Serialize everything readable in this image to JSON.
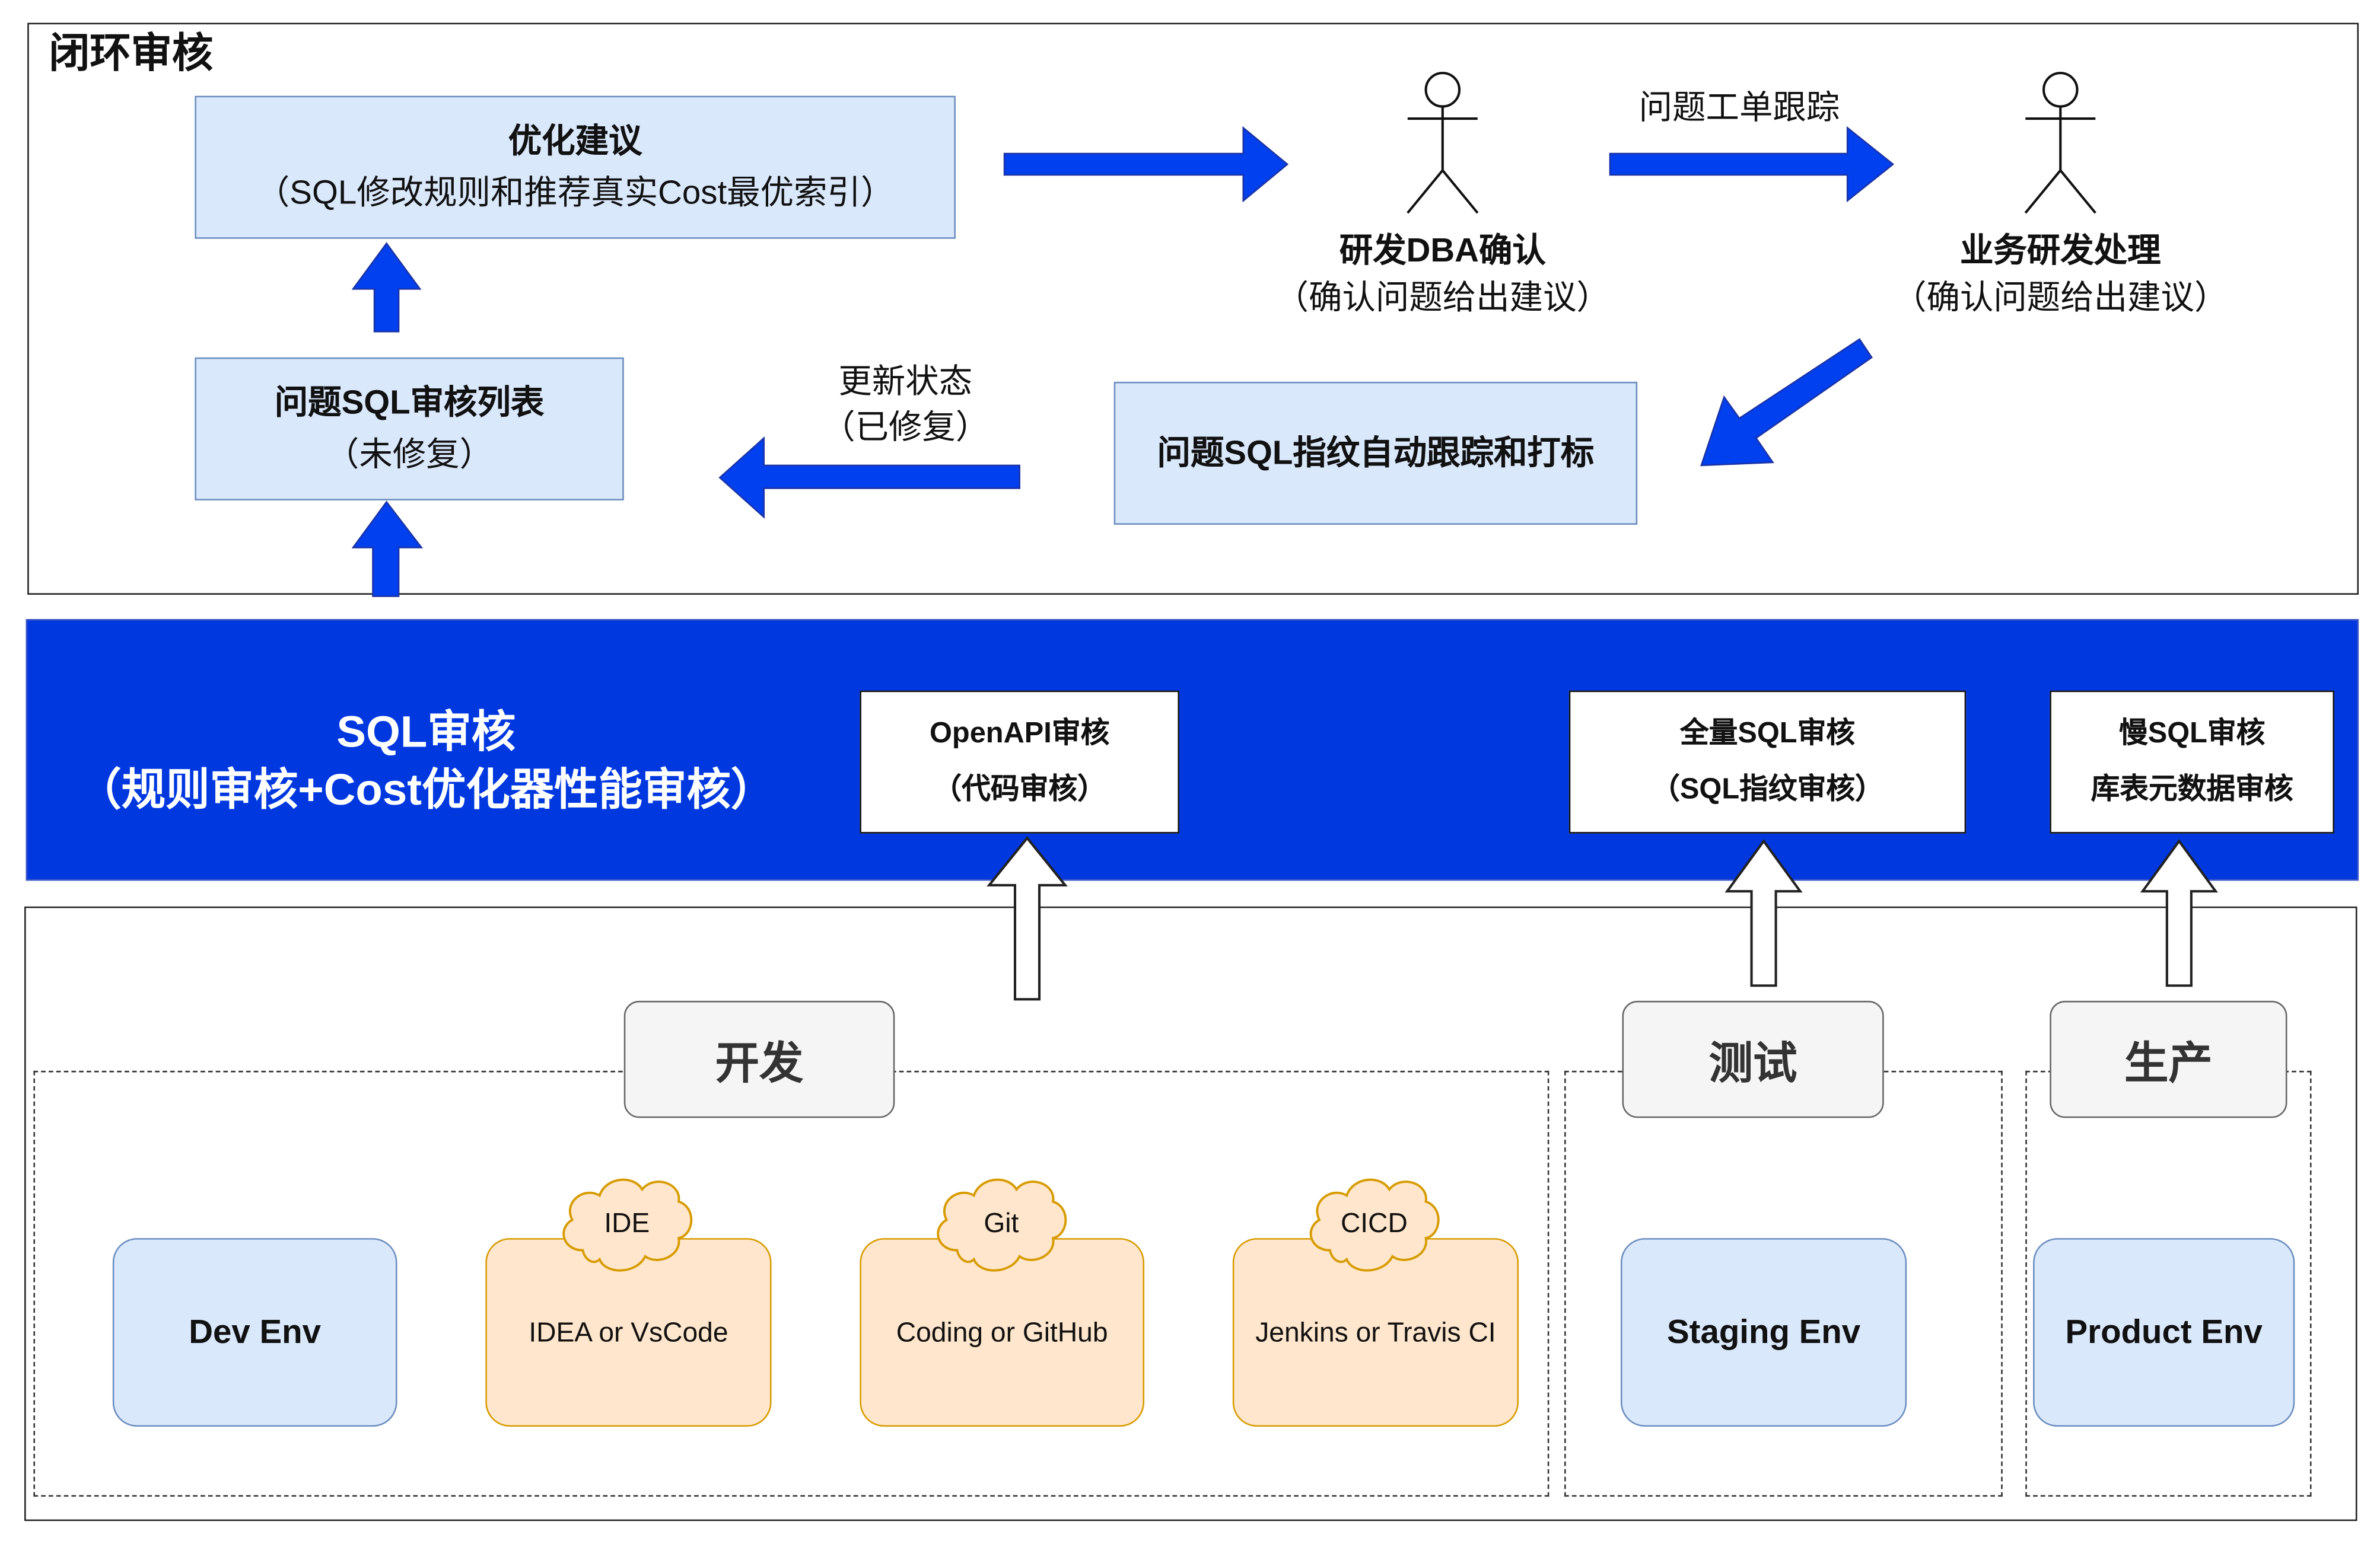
{
  "closed_loop": {
    "title": "闭环审核",
    "optimize": {
      "title": "优化建议",
      "subtitle": "（SQL修改规则和推荐真实Cost最优索引）"
    },
    "problem_list": {
      "title": "问题SQL审核列表",
      "subtitle": "（未修复）"
    },
    "dba": {
      "title": "研发DBA确认",
      "subtitle": "（确认问题给出建议）"
    },
    "business": {
      "title": "业务研发处理",
      "subtitle": "（确认问题给出建议）"
    },
    "tracking": {
      "title": "问题SQL指纹自动跟踪和打标"
    },
    "ticket_label": "问题工单跟踪",
    "update_label_1": "更新状态",
    "update_label_2": "（已修复）"
  },
  "audit_band": {
    "title_1": "SQL审核",
    "title_2": "（规则审核+Cost优化器性能审核）",
    "openapi": {
      "line1": "OpenAPI审核",
      "line2": "（代码审核）"
    },
    "full": {
      "line1": "全量SQL审核",
      "line2": "（SQL指纹审核）"
    },
    "slow": {
      "line1": "慢SQL审核",
      "line2": "库表元数据审核"
    }
  },
  "environments": {
    "dev_stage": "开发",
    "test_stage": "测试",
    "prod_stage": "生产",
    "dev_env": "Dev Env",
    "ide": {
      "cloud": "IDE",
      "label": "IDEA or VsCode"
    },
    "git": {
      "cloud": "Git",
      "label": "Coding or GitHub"
    },
    "cicd": {
      "cloud": "CICD",
      "label": "Jenkins or Travis CI"
    },
    "staging_env": "Staging Env",
    "product_env": "Product Env"
  },
  "colors": {
    "band_blue": "#0038e0",
    "arrow_blue": "#0040ee",
    "box_blue_fill": "#dae8fc",
    "box_blue_border": "#6c8ebf",
    "orange_fill": "#ffe6cc",
    "orange_border": "#d79b00"
  }
}
